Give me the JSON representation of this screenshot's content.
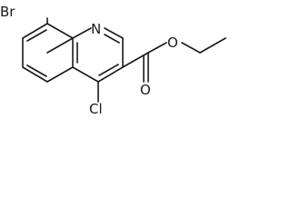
{
  "molecule": {
    "atoms": {
      "bromine": "Br",
      "nitrogen": "N",
      "chlorine": "Cl",
      "carbonyl_oxygen": "O",
      "ester_oxygen": "O"
    }
  },
  "colors": {
    "bond": "#1a1a1a",
    "background": "#ffffff"
  }
}
